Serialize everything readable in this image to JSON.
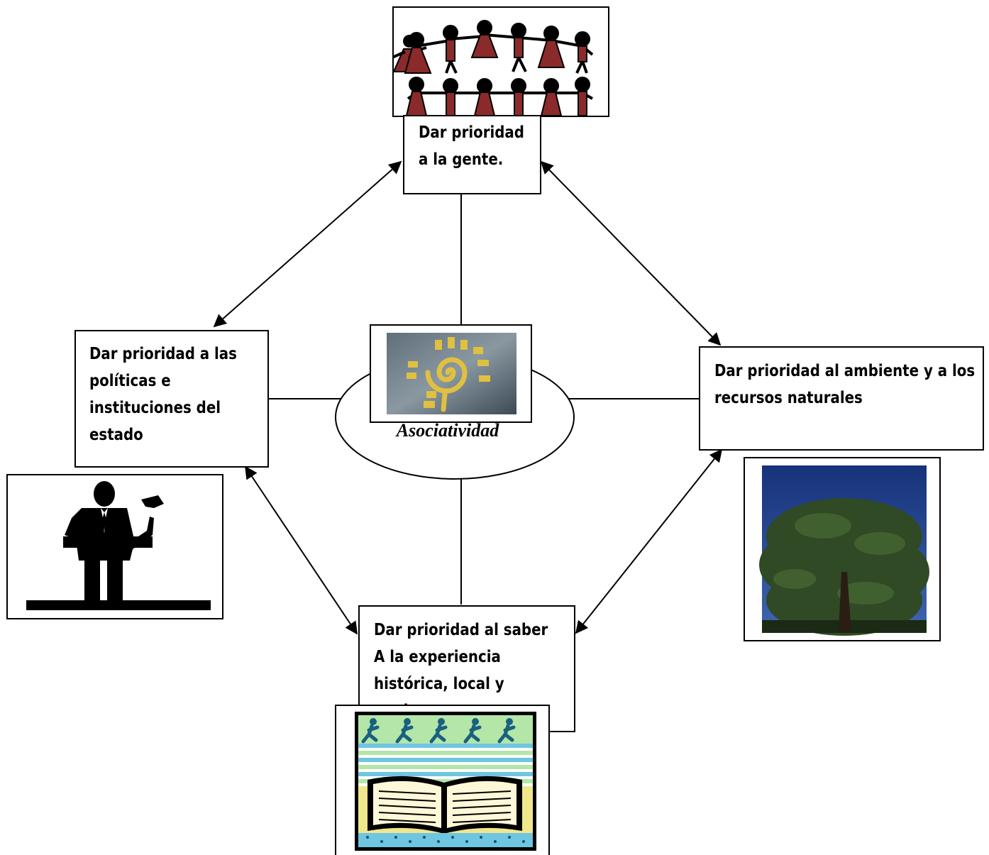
{
  "center": {
    "label": "Asociatividad"
  },
  "nodes": {
    "top": {
      "lines": [
        "Dar prioridad",
        "a la gente."
      ]
    },
    "left": {
      "lines": [
        "Dar prioridad a las",
        "políticas e",
        "instituciones del",
        "estado"
      ]
    },
    "right": {
      "lines": [
        "Dar prioridad al ambiente y a los",
        "recursos naturales"
      ]
    },
    "bottom": {
      "lines": [
        "Dar prioridad al saber",
        "A  la experiencia",
        "histórica, local y",
        "moderna"
      ]
    }
  },
  "images": {
    "top": "people-holding-hands-icon",
    "center": "spiral-petroglyph-icon",
    "left": "speaker-at-podium-icon",
    "right": "tree-photo",
    "bottom": "open-book-runners-icon"
  },
  "colors": {
    "line": "#000000",
    "figure_red": "#8b2a2a",
    "sky": "#1f3f8a",
    "foliage": "#2f4a24",
    "spiral": "#e0c040"
  }
}
